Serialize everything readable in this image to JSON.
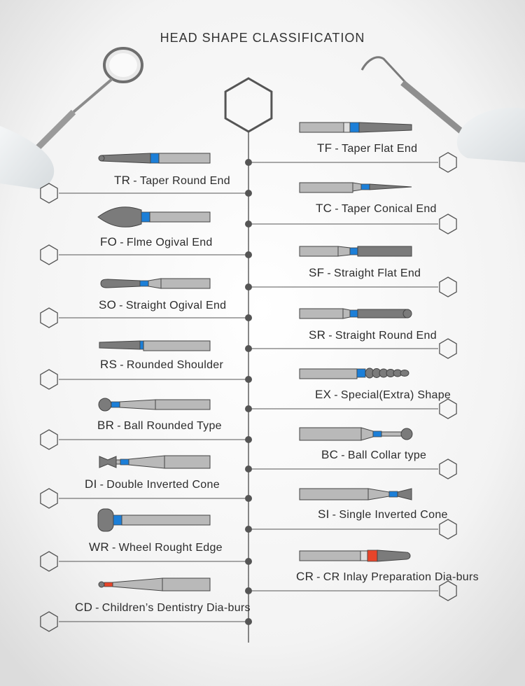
{
  "title": "HEAD SHAPE CLASSIFICATION",
  "colors": {
    "bur_body": "#b9b9b9",
    "bur_head": "#7b7b7b",
    "band_blue": "#1c7fd8",
    "band_red": "#e8452a",
    "line": "#555555"
  },
  "left": [
    {
      "code": "TR",
      "dash": "-",
      "name": "Taper Round End",
      "shape": "taper-round",
      "band": "blue"
    },
    {
      "code": "FO",
      "dash": "-",
      "name": "Flme Ogival End",
      "shape": "flame",
      "band": "blue"
    },
    {
      "code": "SO",
      "dash": "-",
      "name": "Straight Ogival End",
      "shape": "straight-ogival",
      "band": "blue"
    },
    {
      "code": "RS",
      "dash": "-",
      "name": "Rounded Shoulder",
      "shape": "rounded-shoulder",
      "band": "blue"
    },
    {
      "code": "BR",
      "dash": "-",
      "name": "Ball Rounded Type",
      "shape": "ball",
      "band": "blue"
    },
    {
      "code": "DI",
      "dash": "-",
      "name": "Double Inverted Cone",
      "shape": "double-inverted",
      "band": "blue"
    },
    {
      "code": "WR",
      "dash": "-",
      "name": "Wheel Rought Edge",
      "shape": "wheel",
      "band": "blue"
    },
    {
      "code": "CD",
      "dash": "-",
      "name": "Children’s Dentistry Dia-burs",
      "shape": "children",
      "band": "red"
    }
  ],
  "right": [
    {
      "code": "TF",
      "dash": "-",
      "name": "Taper Flat End",
      "shape": "taper-flat",
      "band": "blue"
    },
    {
      "code": "TC",
      "dash": "-",
      "name": "Taper Conical End",
      "shape": "taper-conical",
      "band": "blue"
    },
    {
      "code": "SF",
      "dash": "-",
      "name": "Straight Flat End",
      "shape": "straight-flat",
      "band": "blue"
    },
    {
      "code": "SR",
      "dash": "-",
      "name": "Straight Round End",
      "shape": "straight-round",
      "band": "blue"
    },
    {
      "code": "EX",
      "dash": "-",
      "name": "Special(Extra) Shape",
      "shape": "extra",
      "band": "blue"
    },
    {
      "code": "BC",
      "dash": "-",
      "name": "Ball Collar type",
      "shape": "ball-collar",
      "band": "blue"
    },
    {
      "code": "SI",
      "dash": "-",
      "name": "Single Inverted Cone",
      "shape": "single-inverted",
      "band": "blue"
    },
    {
      "code": "CR",
      "dash": "-",
      "name": "CR Inlay Preparation Dia-burs",
      "shape": "cr-inlay",
      "band": "red"
    }
  ]
}
